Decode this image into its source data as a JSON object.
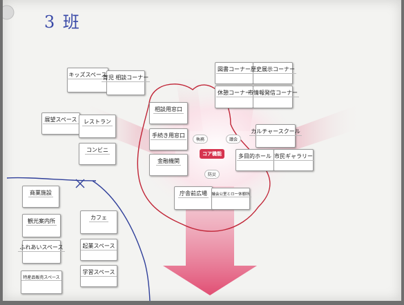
{
  "title": "3 班",
  "core": {
    "label": "コア機能",
    "pill_left": "執務",
    "pill_right": "議会",
    "pill_bottom": "防災"
  },
  "cards": {
    "kids": "キッズスペース",
    "ikuji": "育児 相談コーナー",
    "library": "図書コーナー",
    "history": "歴史展示コーナー",
    "rest": "休憩コーナー",
    "info": "市情報発信コーナー",
    "viewing": "展望スペース",
    "restaurant": "レストラン",
    "consult": "相談用窓口",
    "procedure": "手続き用窓口",
    "culture": "カルチャースクール",
    "conveni": "コンビニ",
    "finance": "金融機関",
    "multi": "多目的ホール",
    "gallery": "市民ギャラリー",
    "plaza": "庁舎前広場",
    "office_ext": "議会公室とロー休憩所",
    "commerce": "商業施設",
    "tourist": "観光案内所",
    "cafe": "カフェ",
    "fureai": "ふれあいスペース",
    "startup": "起業スペース",
    "specialty": "特産品販売スペース",
    "study": "学習スペース"
  },
  "colors": {
    "arrow": "#e05a7a",
    "circle": "#c02436",
    "pen_blue": "#2f3f9a"
  }
}
